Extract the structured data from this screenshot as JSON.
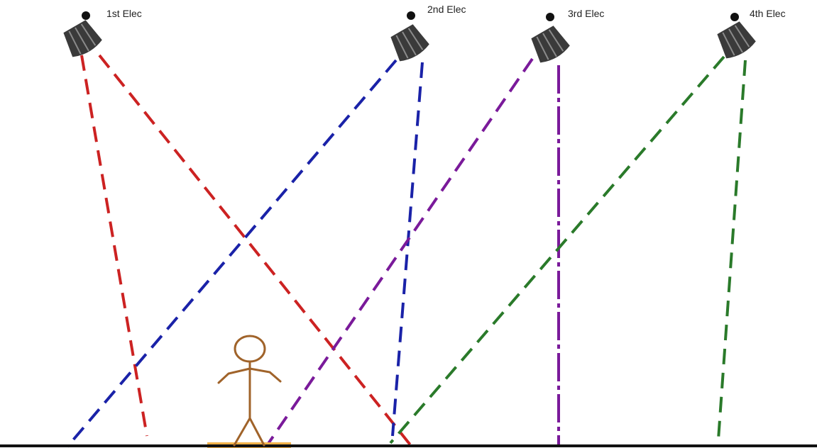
{
  "diagram": {
    "labels": {
      "elec1": "1st Elec",
      "elec2": "2nd Elec",
      "elec3": "3rd Elec",
      "elec4": "4th Elec"
    },
    "colors": {
      "elec1": "#cc2222",
      "elec2": "#1a22a8",
      "elec3": "#7a1a9a",
      "elec4": "#2a7a2a",
      "figure": "#a0632a",
      "floor": "#111111",
      "floor_highlight": "#f2b24a",
      "lamp_body": "#3a3a3a",
      "lamp_dot": "#111111"
    },
    "icons": {
      "light": "spotlight-icon",
      "person": "stick-figure-icon"
    }
  }
}
